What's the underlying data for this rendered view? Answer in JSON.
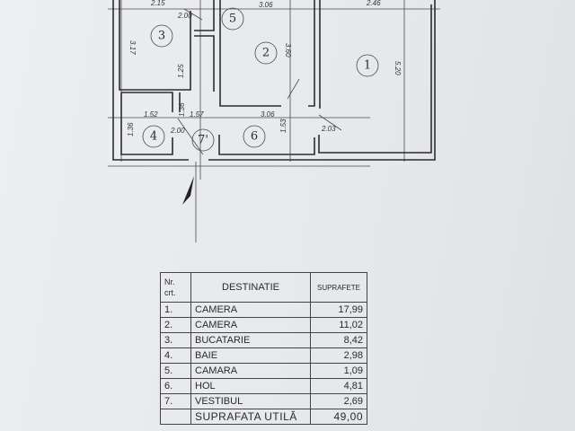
{
  "plan": {
    "rooms": [
      {
        "number": "1"
      },
      {
        "number": "2"
      },
      {
        "number": "3"
      },
      {
        "number": "4"
      },
      {
        "number": "5"
      },
      {
        "number": "6"
      },
      {
        "number": "7'"
      }
    ],
    "dimensions": [
      "2.15",
      "2.00",
      "3.06",
      "2.46",
      "3.17",
      "3.60",
      "5.20",
      "1.25",
      "1.52",
      "1.36",
      "1.57",
      "1.53",
      "1.36",
      "3.06",
      "2.00",
      "2.03"
    ]
  },
  "table": {
    "headers": {
      "nr": "Nr. crt.",
      "destinatie": "DESTINATIE",
      "suprafete": "SUPRAFETE"
    },
    "rows": [
      {
        "nr": "1.",
        "destinatie": "CAMERA",
        "suprafata": "17,99"
      },
      {
        "nr": "2.",
        "destinatie": "CAMERA",
        "suprafata": "11,02"
      },
      {
        "nr": "3.",
        "destinatie": "BUCATARIE",
        "suprafata": "8,42"
      },
      {
        "nr": "4.",
        "destinatie": "BAIE",
        "suprafata": "2,98"
      },
      {
        "nr": "5.",
        "destinatie": "CAMARA",
        "suprafata": "1,09"
      },
      {
        "nr": "6.",
        "destinatie": "HOL",
        "suprafata": "4,81"
      },
      {
        "nr": "7.",
        "destinatie": "VESTIBUL",
        "suprafata": "2,69"
      }
    ],
    "total": {
      "label": "SUPRAFATA UTILĂ",
      "value": "49,00"
    }
  }
}
